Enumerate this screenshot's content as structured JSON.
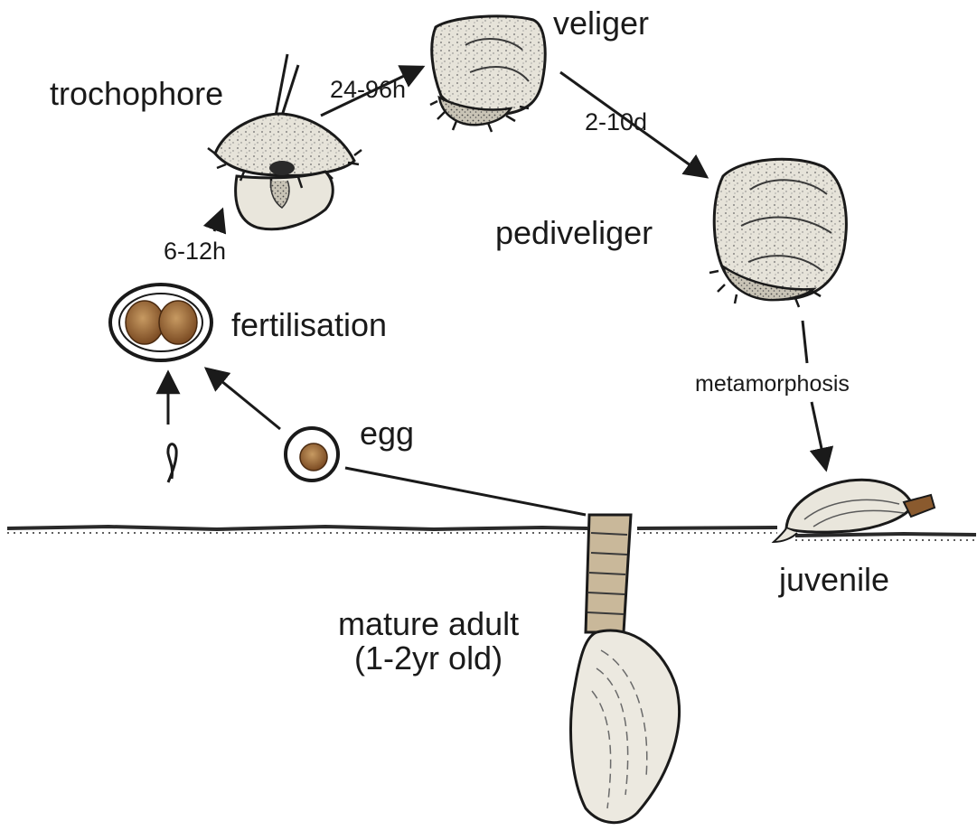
{
  "labels": {
    "trochophore": "trochophore",
    "veliger": "veliger",
    "pediveliger": "pediveliger",
    "fertilisation": "fertilisation",
    "egg": "egg",
    "metamorphosis": "metamorphosis",
    "juvenile": "juvenile",
    "mature_adult_line1": "mature adult",
    "mature_adult_line2": "(1-2yr old)"
  },
  "durations": {
    "fertilisation_to_trochophore": "6-12h",
    "trochophore_to_veliger": "24-96h",
    "veliger_to_pediveliger": "2-10d"
  },
  "colors": {
    "ink": "#1a1a1a",
    "shell": "#e9e6dc",
    "egg_fill": "#8a5a2e",
    "egg_highlight": "#c79a62",
    "sediment": "#2a2a2a"
  }
}
